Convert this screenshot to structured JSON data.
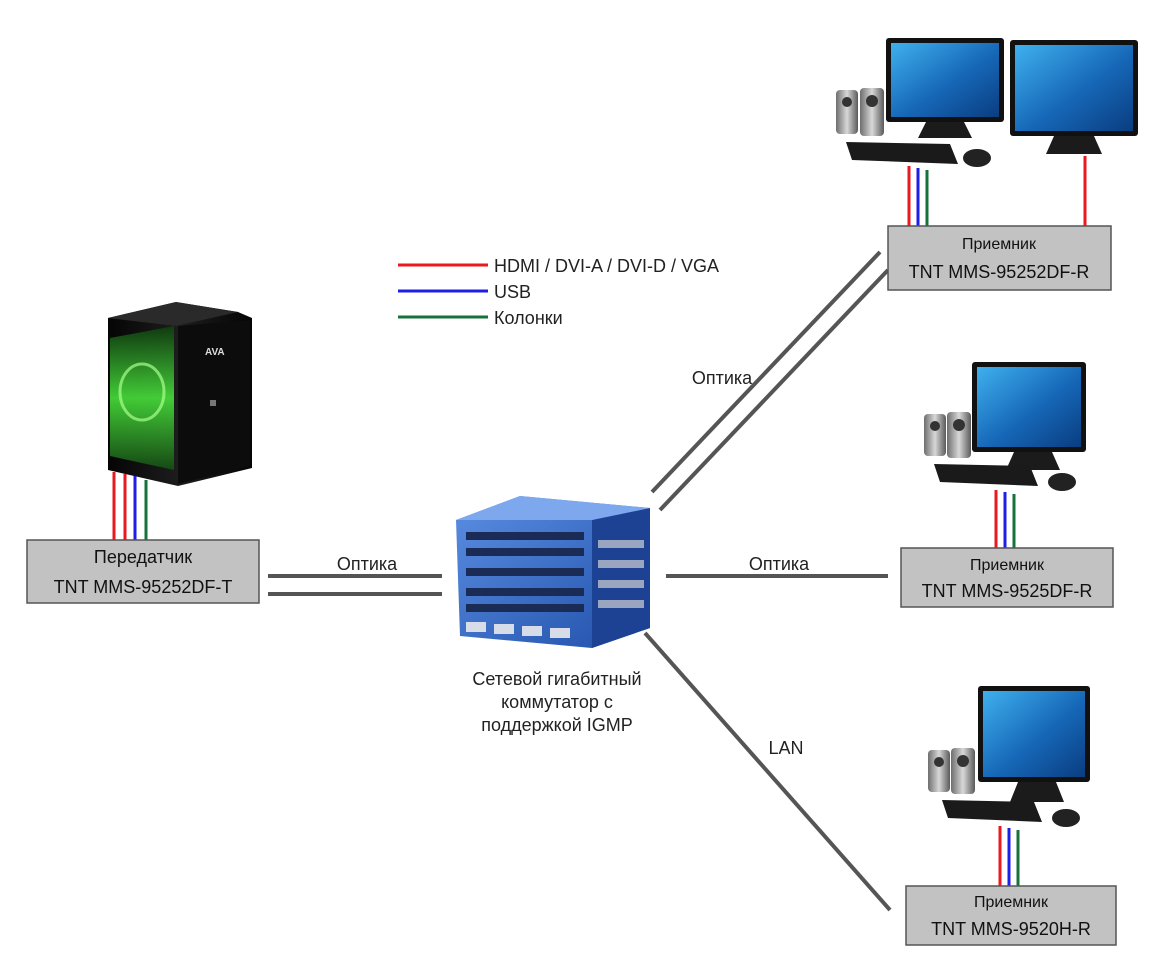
{
  "legend": {
    "items": [
      {
        "label": "HDMI / DVI-A / DVI-D / VGA",
        "color": "#e8191f"
      },
      {
        "label": "USB",
        "color": "#1e1ee6"
      },
      {
        "label": "Колонки",
        "color": "#15723a"
      }
    ]
  },
  "transmitter": {
    "title": "Передатчик",
    "model": "TNT MMS-95252DF-T",
    "link_label": "Оптика"
  },
  "switch": {
    "caption_line1": "Сетевой гигабитный",
    "caption_line2": "коммутатор с",
    "caption_line3": "поддержкой IGMP"
  },
  "receivers": [
    {
      "title": "Приемник",
      "model": "TNT MMS-95252DF-R",
      "link_label": "Оптика"
    },
    {
      "title": "Приемник",
      "model": "TNT MMS-9525DF-R",
      "link_label": "Оптика"
    },
    {
      "title": "Приемник",
      "model": "TNT MMS-9520H-R",
      "link_label": "LAN"
    }
  ],
  "colors": {
    "box_fill": "#c2c2c2",
    "link_line": "#555555",
    "pc_case": "#111111",
    "pc_glow": "#39d32f",
    "switch_blue": "#2d63c9",
    "monitor_screen": "#1a78c9"
  }
}
